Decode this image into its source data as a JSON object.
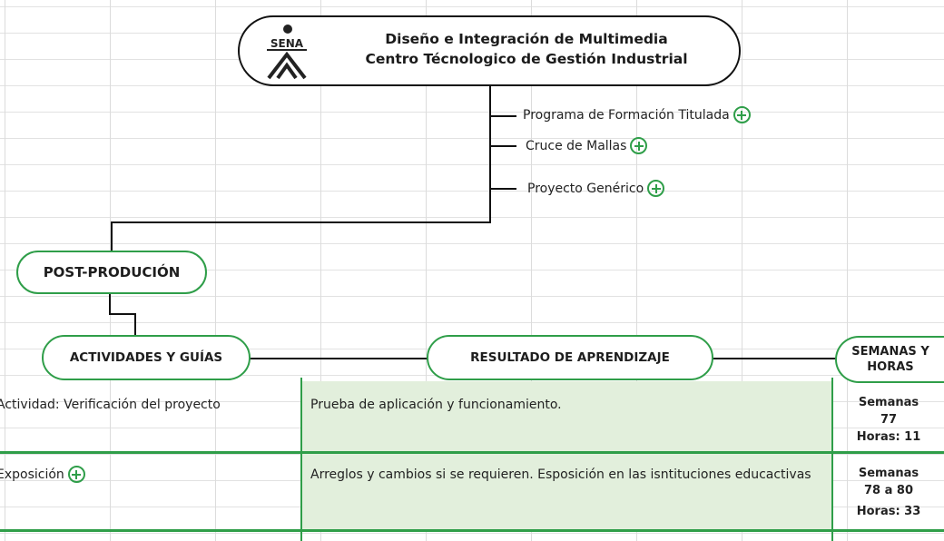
{
  "header": {
    "logo_text": "SENA",
    "title": "Diseño e Integración de Multimedia",
    "subtitle": "Centro Técnologico de Gestión Industrial"
  },
  "branches": [
    {
      "label": "Programa de Formación Titulada",
      "icon": "plus-circle-icon"
    },
    {
      "label": "Cruce de Mallas",
      "icon": "plus-circle-icon"
    },
    {
      "label": "Proyecto Genérico",
      "icon": "plus-circle-icon"
    }
  ],
  "phase": {
    "label": "POST-PRODUCIÓN"
  },
  "columns": {
    "activities": "ACTIVIDADES Y GUÍAS",
    "results": "RESULTADO DE APRENDIZAJE",
    "weeks_line1": "SEMANAS Y",
    "weeks_line2": "HORAS"
  },
  "rows": [
    {
      "activity": "Actividad: Verificación del proyecto",
      "result": "Prueba de aplicación y funcionamiento.",
      "weeks_label": "Semanas",
      "weeks_value": "77",
      "hours": "Horas: 11"
    },
    {
      "activity": "Exposición",
      "result": "Arreglos y cambios si se requieren. Esposición en las isntituciones educactivas",
      "weeks_label": "Semanas",
      "weeks_value": "78 a 80",
      "hours": "Horas: 33"
    }
  ],
  "colors": {
    "accent": "#2f9e49",
    "cell_fill": "#e2efdc",
    "line": "#111111"
  }
}
